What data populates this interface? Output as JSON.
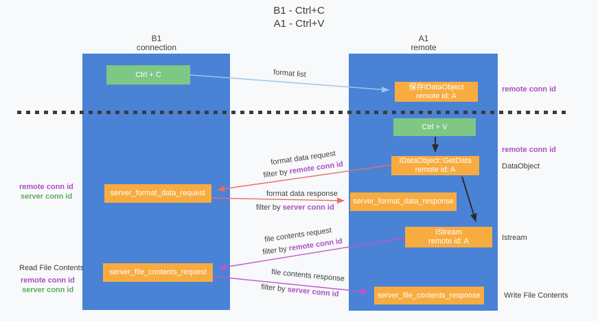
{
  "colors": {
    "bg": "#f8f9fa",
    "blue": "#4a82d6",
    "orange": "#f8ac40",
    "green": "#7ec785",
    "red": "#e86d6d",
    "magenta": "#c254cb",
    "lightblue": "#9cc6ea",
    "purple": "#aa50c0",
    "green_text": "#5aad5a",
    "black_arrow": "#2b2b2b"
  },
  "title": {
    "line1": "B1 - Ctrl+C",
    "line2": "A1 - Ctrl+V"
  },
  "columns": {
    "left": {
      "name": "B1",
      "role": "connection"
    },
    "right": {
      "name": "A1",
      "role": "remote"
    }
  },
  "nodes": {
    "ctrl_c": {
      "label": "Ctrl + C"
    },
    "save_dataobject": {
      "line1": "保存IDataObject",
      "line2": "remote id: A"
    },
    "ctrl_v": {
      "label": "Ctrl + V"
    },
    "getdata": {
      "line1": "IDataObject::GetData",
      "line2": "remote id: A"
    },
    "format_request": {
      "label": "server_format_data_request"
    },
    "format_response": {
      "label": "server_format_data_response"
    },
    "istream": {
      "line1": "IStream",
      "line2": "remote id: A"
    },
    "file_request": {
      "label": "server_file_contents_request"
    },
    "file_response": {
      "label": "server_file_contents_response"
    }
  },
  "arrows": {
    "format_list": {
      "label": "format list"
    },
    "format_request": {
      "line1": "format data request",
      "filter_prefix": "filter by ",
      "filter_key": "remote conn id"
    },
    "format_response": {
      "line1": "format data response",
      "filter_prefix": "filter by ",
      "filter_key": "server conn id"
    },
    "file_request": {
      "line1": "file contents request",
      "filter_prefix": "filter by ",
      "filter_key": "remote conn id"
    },
    "file_response": {
      "line1": "file contents response",
      "filter_prefix": "filter by ",
      "filter_key": "server conn id"
    }
  },
  "side_labels": {
    "right_top_conn": "remote conn id",
    "right_mid_conn": "remote conn id",
    "dataobject": "DataObject",
    "istream": "Istream",
    "write_file": "Write File Contents",
    "left_remote_conn_1": "remote conn id",
    "left_server_conn_1": "server conn id",
    "read_file": "Read File Contents",
    "left_remote_conn_2": "remote conn id",
    "left_server_conn_2": "server conn id"
  }
}
